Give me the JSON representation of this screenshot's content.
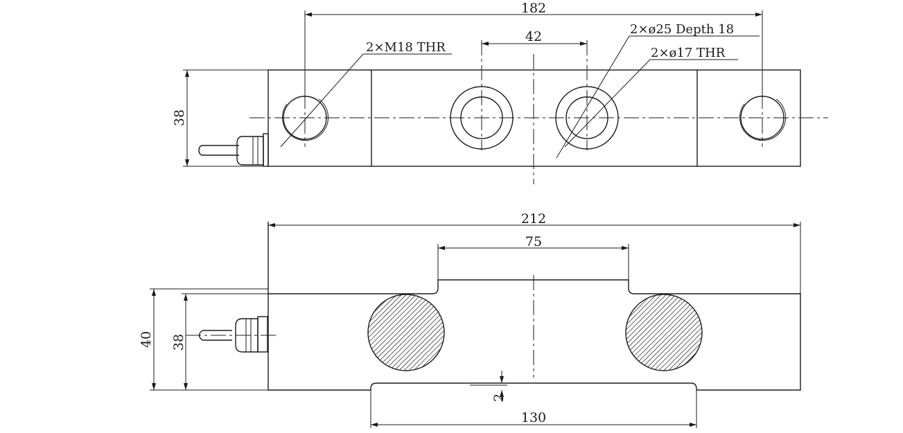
{
  "top_view": {
    "dimensions": {
      "outer_hole_spacing": "182",
      "center_hole_spacing": "42",
      "height": "38"
    },
    "callouts": {
      "threaded_holes": "2×M18 THR",
      "counterbore": "2×ø25 Depth 18",
      "through_holes": "2×ø17 THR"
    }
  },
  "bottom_view": {
    "dimensions": {
      "overall_length": "212",
      "top_step_length": "75",
      "bottom_step_length": "130",
      "total_height": "40",
      "body_height": "38",
      "step_depth": "2"
    }
  }
}
